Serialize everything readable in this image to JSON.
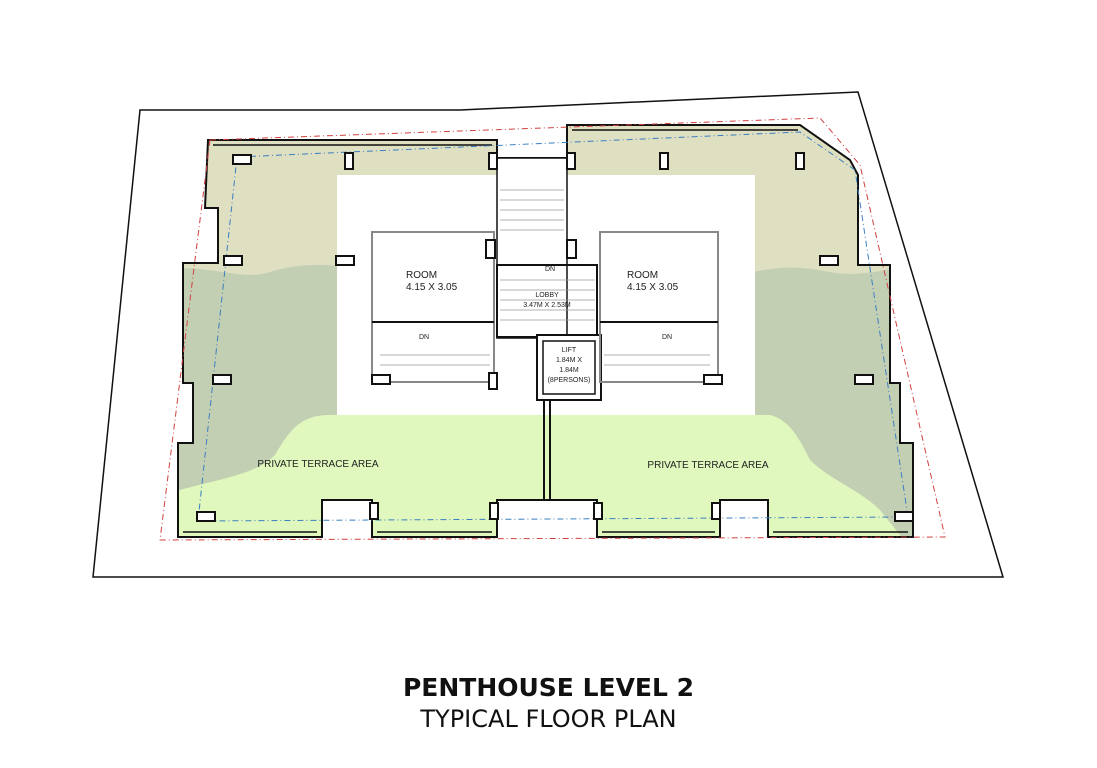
{
  "plan": {
    "rooms": [
      {
        "name": "ROOM",
        "size": "4.15 X 3.05"
      },
      {
        "name": "ROOM",
        "size": "4.15 X 3.05"
      }
    ],
    "lobby": {
      "name": "LOBBY",
      "size": "3.47M X 2.53M"
    },
    "lift": {
      "line1": "LIFT",
      "line2": "1.84M X",
      "line3": "1.84M",
      "line4": "(8PERSONS)"
    },
    "stair_labels": [
      "DN",
      "DN",
      "DN"
    ],
    "terraces": [
      "PRIVATE TERRACE AREA",
      "PRIVATE TERRACE AREA"
    ],
    "colors": {
      "roof_beige": "#dfdfc2",
      "grey_green": "#c3cfb3",
      "terrace_green": "#e0f8bd",
      "boundary_red": "#d04040",
      "setback_blue": "#3a7fc0"
    }
  },
  "title": {
    "main": "PENTHOUSE LEVEL 2",
    "sub": "TYPICAL FLOOR PLAN"
  }
}
